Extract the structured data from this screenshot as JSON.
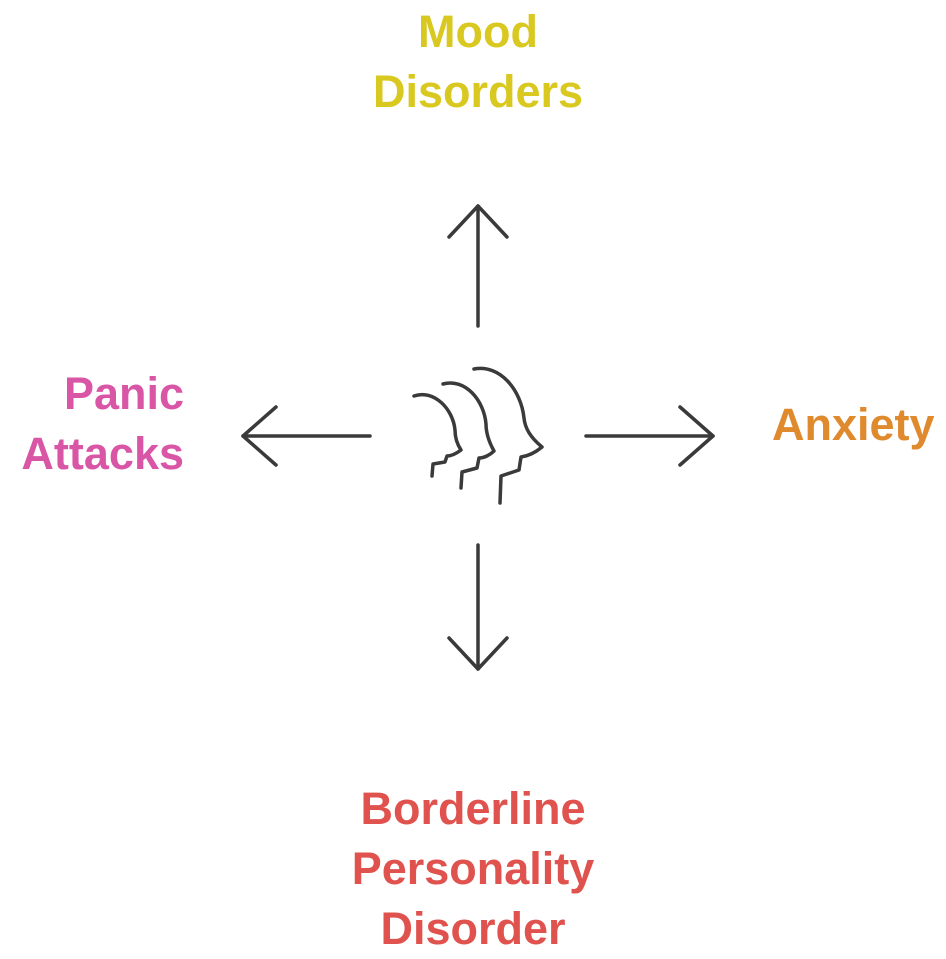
{
  "center": {
    "icon": "three-heads-profile-icon"
  },
  "branches": {
    "top": {
      "lines": [
        "Mood",
        "Disorders"
      ],
      "color": "#D9C81F"
    },
    "left": {
      "lines": [
        "Panic",
        "Attacks"
      ],
      "color": "#D956A6"
    },
    "right": {
      "lines": [
        "Anxiety"
      ],
      "color": "#E08A2E"
    },
    "bottom": {
      "lines": [
        "Borderline",
        "Personality",
        "Disorder"
      ],
      "color": "#E0524E"
    }
  },
  "colors": {
    "stroke": "#3a3a3a",
    "background": "#ffffff"
  }
}
